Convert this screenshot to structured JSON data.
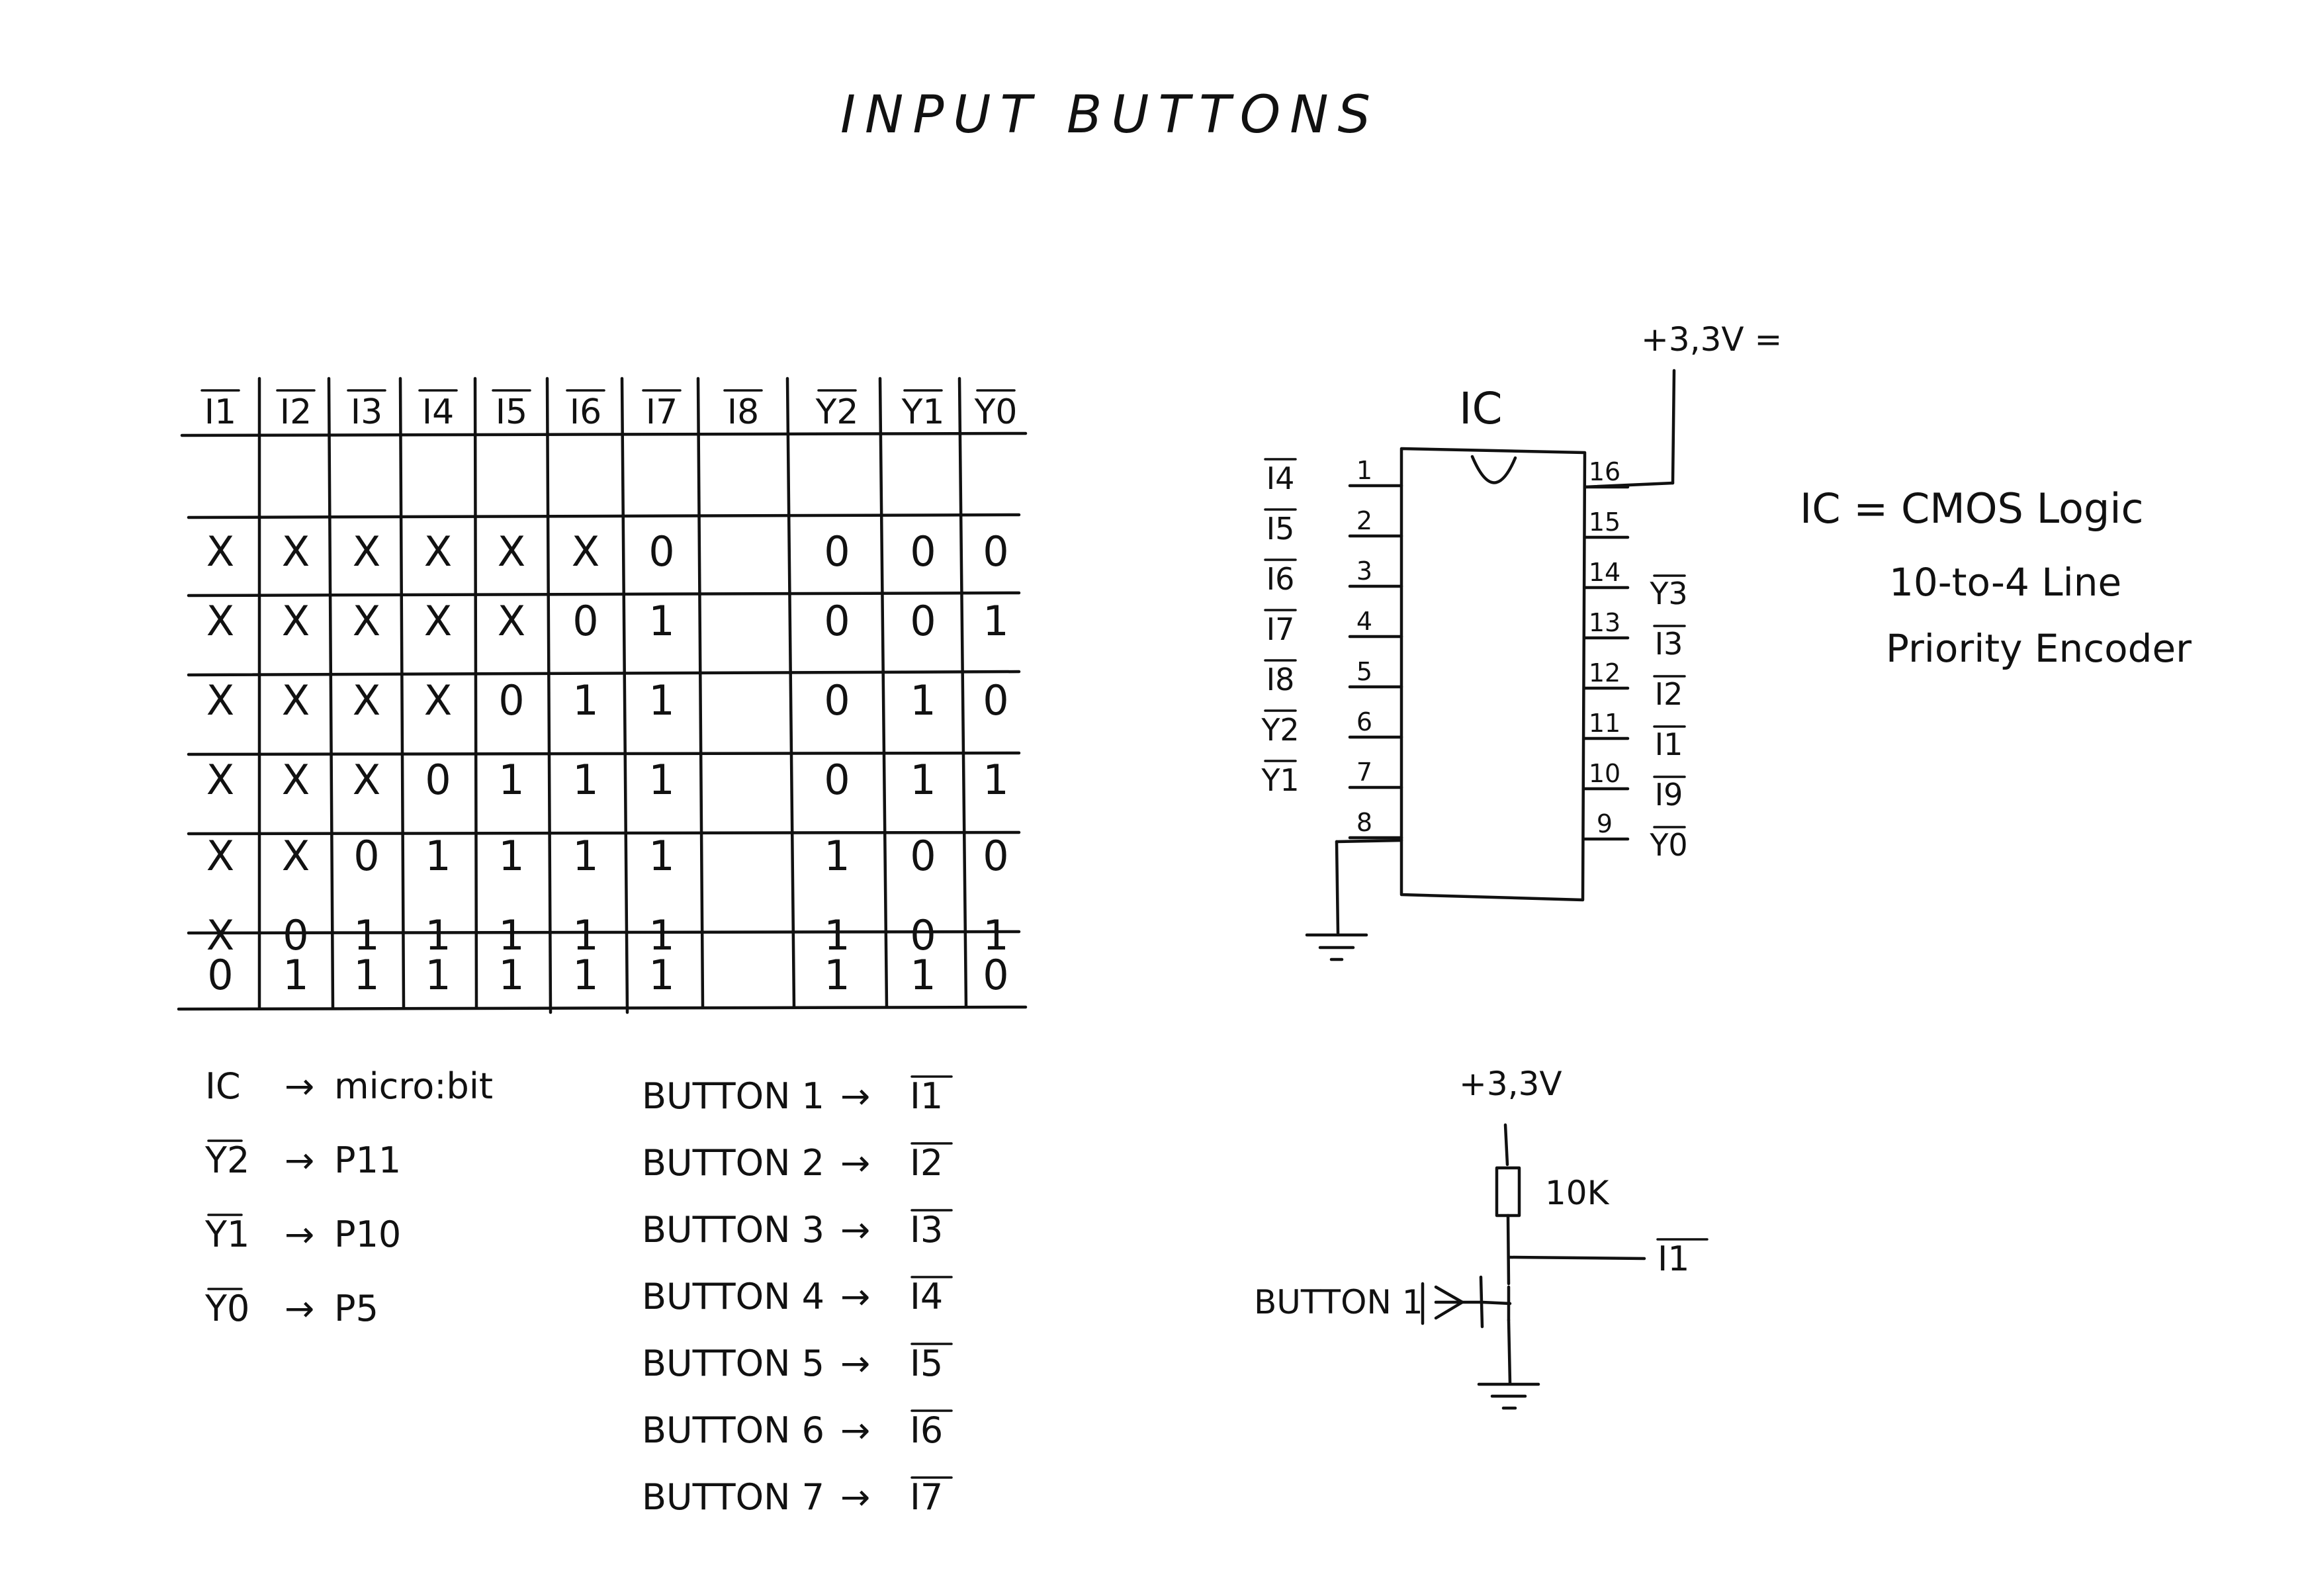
{
  "title": "INPUT BUTTONS",
  "truth_table": {
    "inputs": [
      "I1",
      "I2",
      "I3",
      "I4",
      "I5",
      "I6",
      "I7",
      "I8"
    ],
    "outputs": [
      "Y2",
      "Y1",
      "Y0"
    ],
    "rows": [
      [
        "X",
        "X",
        "X",
        "X",
        "X",
        "X",
        "0",
        "",
        "0",
        "0",
        "0"
      ],
      [
        "X",
        "X",
        "X",
        "X",
        "X",
        "0",
        "1",
        "",
        "0",
        "0",
        "1"
      ],
      [
        "X",
        "X",
        "X",
        "X",
        "0",
        "1",
        "1",
        "",
        "0",
        "1",
        "0"
      ],
      [
        "X",
        "X",
        "X",
        "0",
        "1",
        "1",
        "1",
        "",
        "0",
        "1",
        "1"
      ],
      [
        "X",
        "X",
        "0",
        "1",
        "1",
        "1",
        "1",
        "",
        "1",
        "0",
        "0"
      ],
      [
        "X",
        "0",
        "1",
        "1",
        "1",
        "1",
        "1",
        "",
        "1",
        "0",
        "1"
      ],
      [
        "0",
        "1",
        "1",
        "1",
        "1",
        "1",
        "1",
        "",
        "1",
        "1",
        "0"
      ]
    ]
  },
  "mapping": [
    {
      "from": "IC",
      "to": "micro:bit",
      "bar": false
    },
    {
      "from": "Y2",
      "to": "P11",
      "bar": true
    },
    {
      "from": "Y1",
      "to": "P10",
      "bar": true
    },
    {
      "from": "Y0",
      "to": "P5",
      "bar": true
    }
  ],
  "buttons": [
    {
      "label": "BUTTON 1",
      "signal": "I1"
    },
    {
      "label": "BUTTON 2",
      "signal": "I2"
    },
    {
      "label": "BUTTON 3",
      "signal": "I3"
    },
    {
      "label": "BUTTON 4",
      "signal": "I4"
    },
    {
      "label": "BUTTON 5",
      "signal": "I5"
    },
    {
      "label": "BUTTON 6",
      "signal": "I6"
    },
    {
      "label": "BUTTON 7",
      "signal": "I7"
    }
  ],
  "arrow": "→",
  "ic": {
    "label": "IC",
    "supply": "+3,3V =",
    "left_pins": [
      {
        "num": "1",
        "signal": "I4"
      },
      {
        "num": "2",
        "signal": "I5"
      },
      {
        "num": "3",
        "signal": "I6"
      },
      {
        "num": "4",
        "signal": "I7"
      },
      {
        "num": "5",
        "signal": "I8"
      },
      {
        "num": "6",
        "signal": "Y2"
      },
      {
        "num": "7",
        "signal": "Y1"
      },
      {
        "num": "8",
        "signal": ""
      }
    ],
    "right_pins": [
      {
        "num": "16",
        "signal": ""
      },
      {
        "num": "15",
        "signal": ""
      },
      {
        "num": "14",
        "signal": "Y3"
      },
      {
        "num": "13",
        "signal": "I3"
      },
      {
        "num": "12",
        "signal": "I2"
      },
      {
        "num": "11",
        "signal": "I1"
      },
      {
        "num": "10",
        "signal": "I9"
      },
      {
        "num": "9",
        "signal": "Y0"
      }
    ]
  },
  "ic_note": [
    "IC = CMOS Logic",
    "10-to-4 Line",
    "Priority Encoder"
  ],
  "button_circuit": {
    "supply": "+3,3V",
    "resistor": "10K",
    "output": "I1",
    "switch_label": "BUTTON 1"
  }
}
